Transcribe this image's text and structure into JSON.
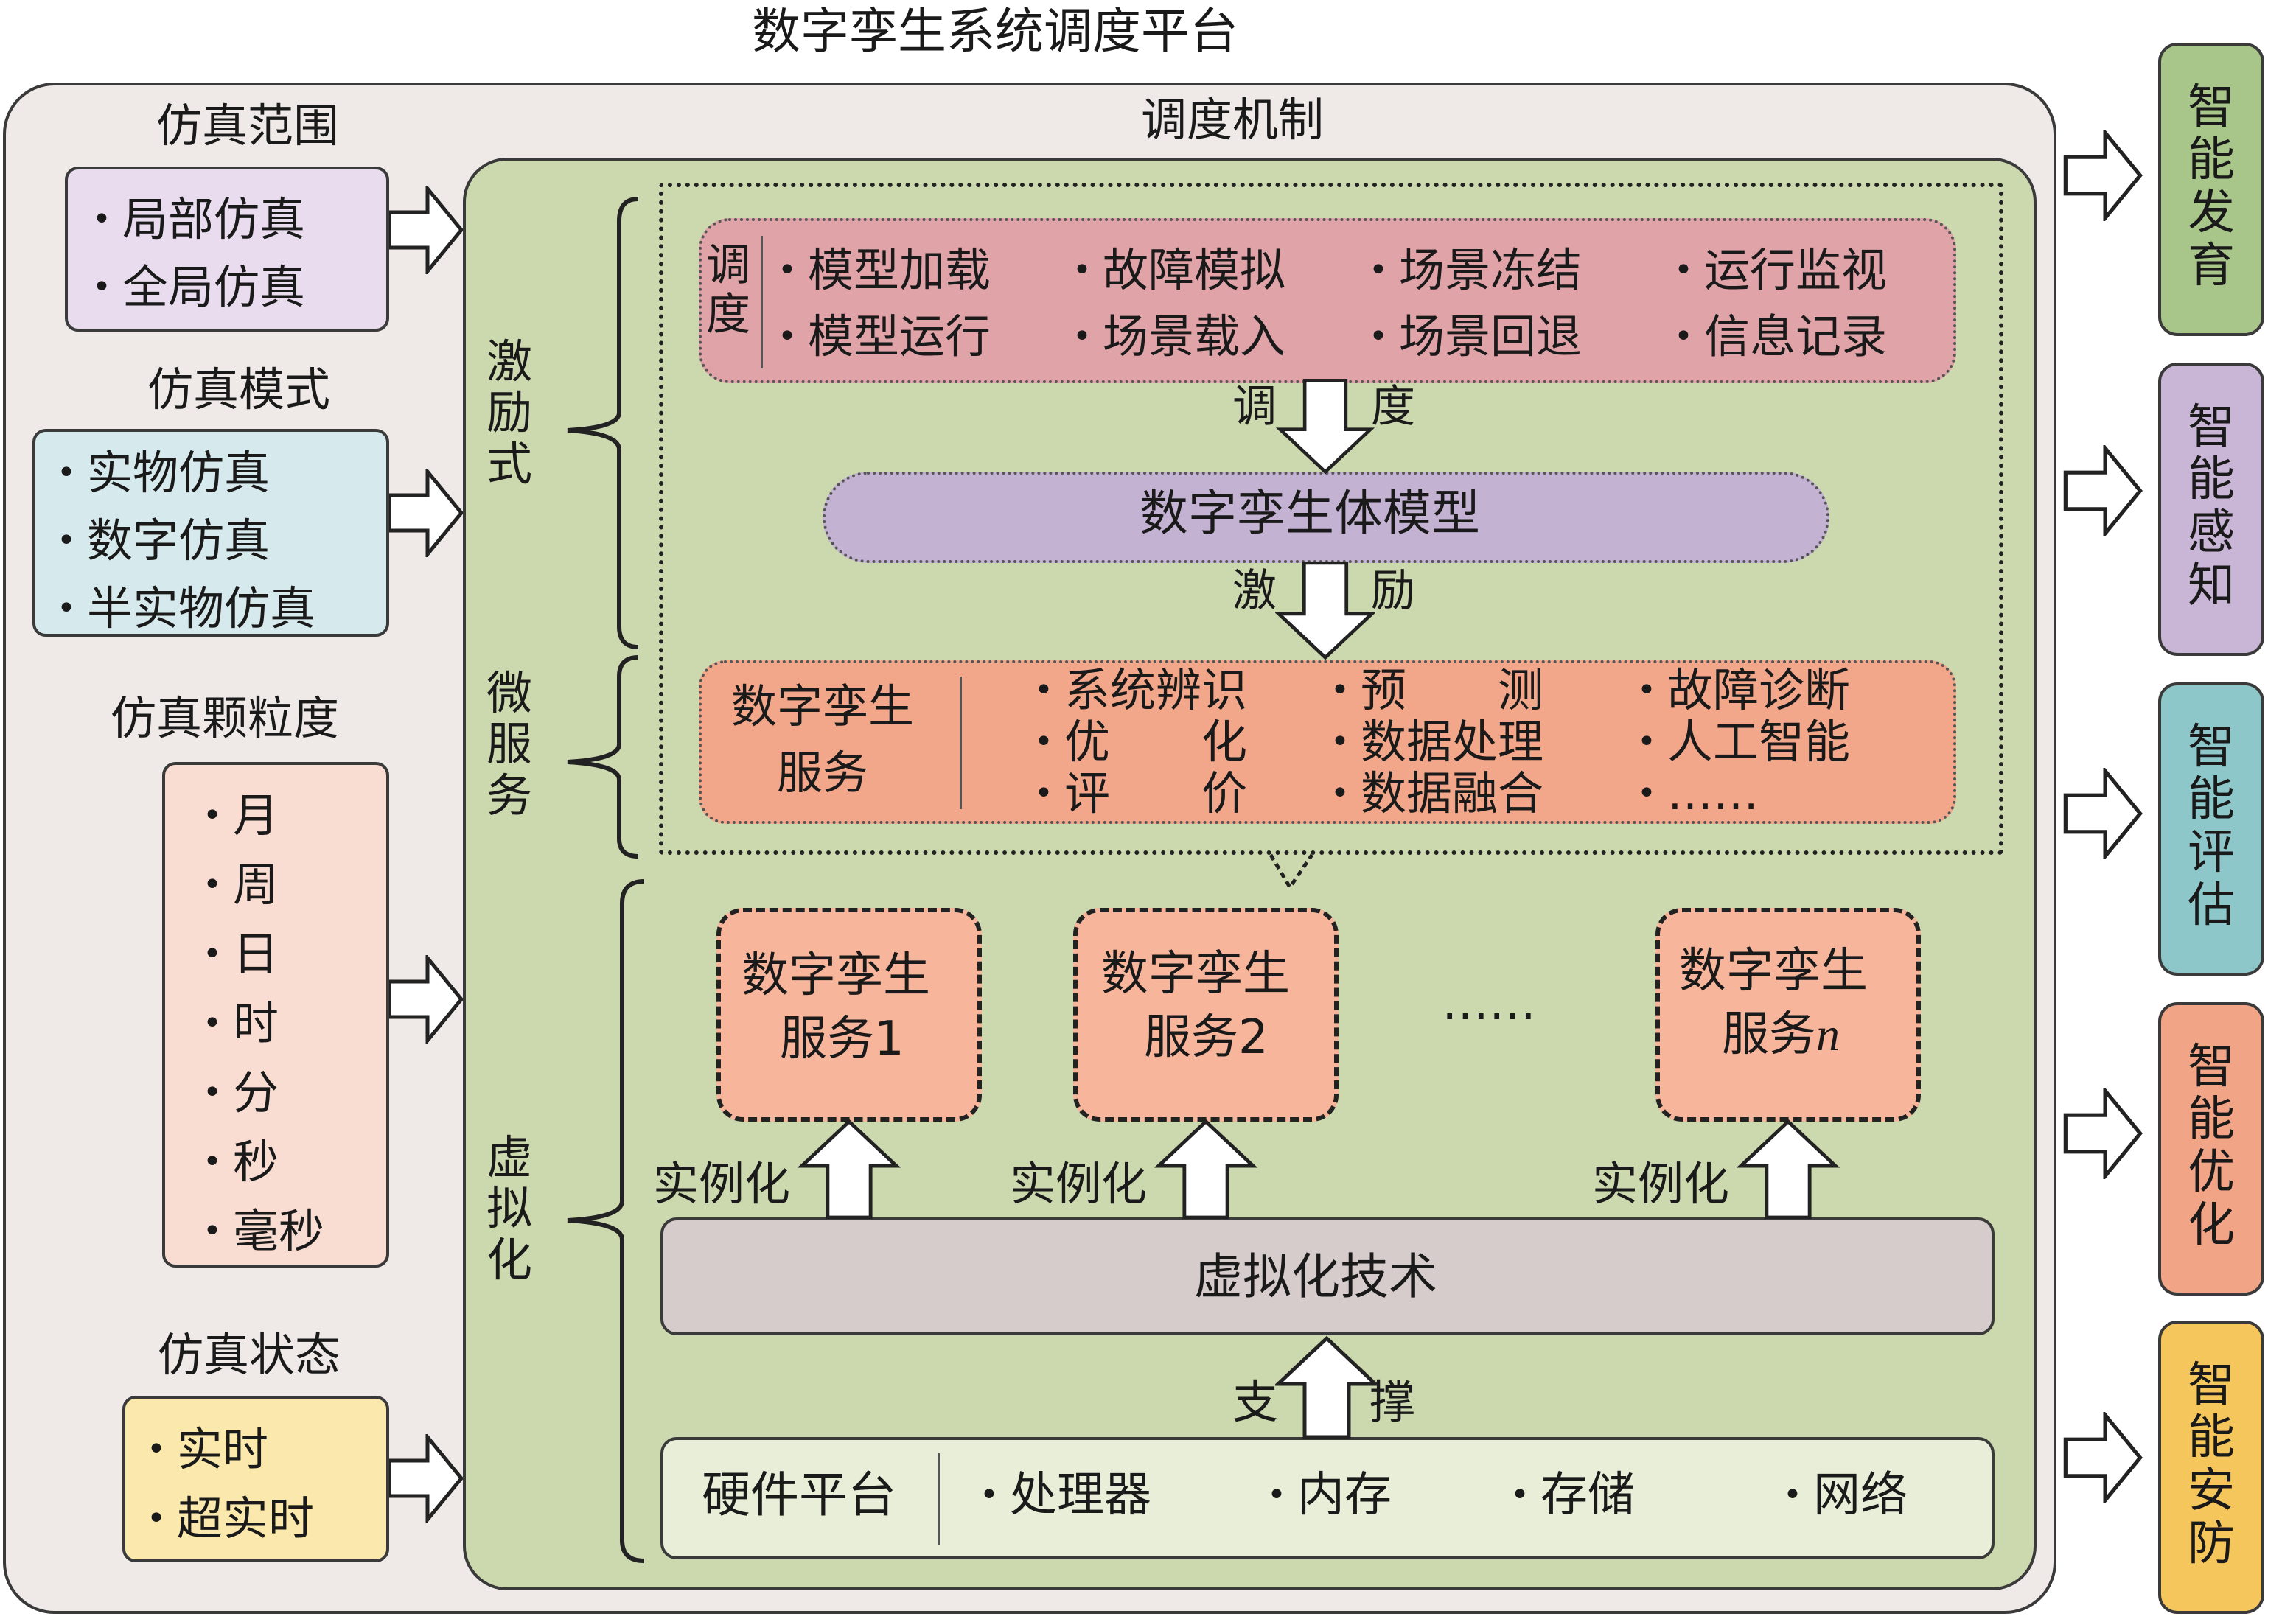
{
  "title": "数字孪生系统调度平台",
  "left": {
    "range": {
      "title": "仿真范围",
      "items": [
        "局部仿真",
        "全局仿真"
      ]
    },
    "mode": {
      "title": "仿真模式",
      "items": [
        "实物仿真",
        "数字仿真",
        "半实物仿真"
      ]
    },
    "granularity": {
      "title": "仿真颗粒度",
      "items": [
        "月",
        "周",
        "日",
        "时",
        "分",
        "秒",
        "毫秒"
      ]
    },
    "state": {
      "title": "仿真状态",
      "items": [
        "实时",
        "超实时"
      ]
    }
  },
  "mechanism": {
    "title": "调度机制",
    "brackets": [
      "激励式",
      "微服务",
      "虚拟化"
    ],
    "schedule": {
      "label": "调度",
      "row1": [
        "模型加载",
        "故障模拟",
        "场景冻结",
        "运行监视"
      ],
      "row2": [
        "模型运行",
        "场景载入",
        "场景回退",
        "信息记录"
      ]
    },
    "arrow_schedule": [
      "调",
      "度"
    ],
    "model": "数字孪生体模型",
    "arrow_excite": [
      "激",
      "励"
    ],
    "services": {
      "label": [
        "数字孪生",
        "服务"
      ],
      "col1": [
        "系统辨识",
        "优　　化",
        "评　　价"
      ],
      "col2": [
        "预　　测",
        "数据处理",
        "数据融合"
      ],
      "col3": [
        "故障诊断",
        "人工智能",
        "……"
      ]
    },
    "instances": [
      {
        "line1": "数字孪生",
        "line2": "服务1"
      },
      {
        "line1": "数字孪生",
        "line2": "服务2"
      },
      {
        "line1": "数字孪生",
        "line2": "服务",
        "suffix": "n"
      }
    ],
    "ellipsis": "……",
    "instantiate": "实例化",
    "virtualization": "虚拟化技术",
    "support": [
      "支",
      "撑"
    ],
    "hardware": {
      "label": "硬件平台",
      "items": [
        "处理器",
        "内存",
        "存储",
        "网络"
      ]
    }
  },
  "outputs": [
    {
      "label": "智能发育",
      "color": "#a8c58a"
    },
    {
      "label": "智能感知",
      "color": "#c9b6d6"
    },
    {
      "label": "智能评估",
      "color": "#8ec7c9"
    },
    {
      "label": "智能优化",
      "color": "#f2a486"
    },
    {
      "label": "智能安防",
      "color": "#f5c65c"
    }
  ]
}
